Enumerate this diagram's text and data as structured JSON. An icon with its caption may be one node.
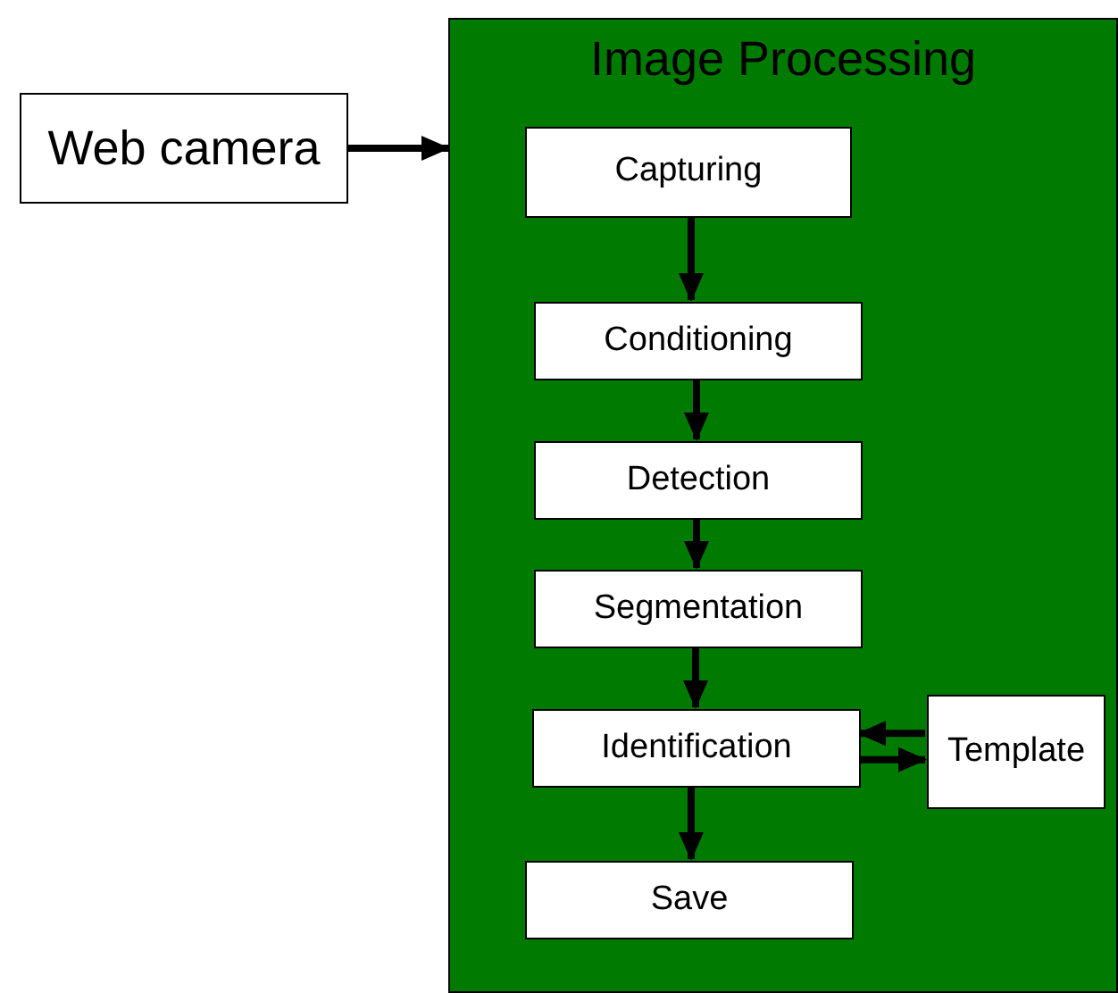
{
  "diagram": {
    "nodes": [
      {
        "text": [
          "Web camera"
        ]
      },
      {
        "text": [
          "Image Processing"
        ]
      },
      {
        "text": [
          "Capturing"
        ],
        "in": 1
      },
      {
        "text": [
          "Conditioning"
        ],
        "in": 1
      },
      {
        "text": [
          "Detection"
        ],
        "in": 1
      },
      {
        "text": [
          "Segmentation"
        ],
        "in": 1
      },
      {
        "text": [
          "Identification"
        ],
        "in": 1
      },
      {
        "text": [
          "Template"
        ],
        "in": 1
      },
      {
        "text": [
          "Save"
        ],
        "in": 1
      }
    ],
    "edges": [
      {
        "from": 0,
        "to": 1,
        "arrow": "to"
      },
      {
        "from": 2,
        "to": 3,
        "arrow": "to"
      },
      {
        "from": 3,
        "to": 4,
        "arrow": "to"
      },
      {
        "from": 4,
        "to": 5,
        "arrow": "to"
      },
      {
        "from": 5,
        "to": 6,
        "arrow": "to"
      },
      {
        "from": 7,
        "to": 6,
        "arrow": "to"
      },
      {
        "from": 6,
        "to": 7,
        "arrow": "to"
      },
      {
        "from": 6,
        "to": 8,
        "arrow": "to"
      }
    ]
  }
}
